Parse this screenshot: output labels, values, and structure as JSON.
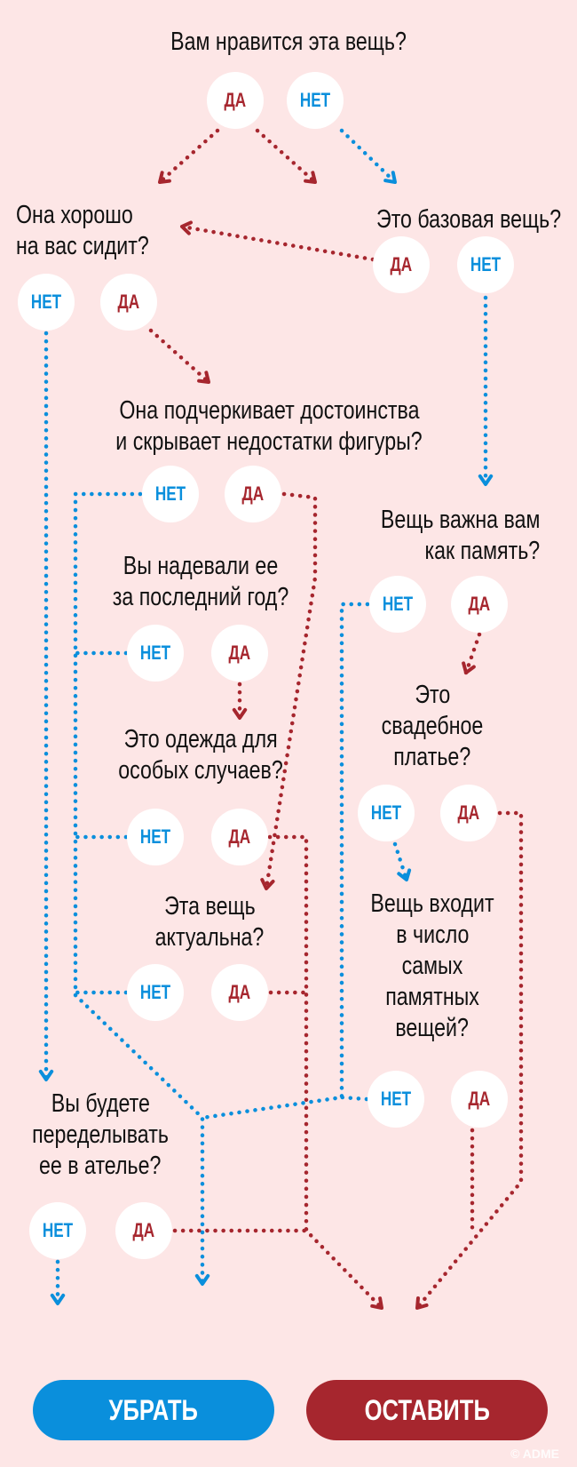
{
  "colors": {
    "background": "#fde6e6",
    "yes": "#a6262e",
    "no": "#0a8fdc"
  },
  "answers": {
    "yes": "ДА",
    "no": "НЕТ"
  },
  "questions": {
    "q1": [
      "Вам нравится эта вещь?"
    ],
    "q2": [
      "Она хорошо",
      "на вас сидит?"
    ],
    "q3": [
      "Это базовая вещь?"
    ],
    "q4": [
      "Она подчеркивает достоинства",
      "и скрывает недостатки фигуры?"
    ],
    "q5": [
      "Вещь важна вам",
      "как память?"
    ],
    "q6": [
      "Вы надевали ее",
      "за последний год?"
    ],
    "q7": [
      "Это одежда для",
      "особых случаев?"
    ],
    "q8": [
      "Это",
      "свадебное",
      "платье?"
    ],
    "q9": [
      "Эта вещь",
      "актуальна?"
    ],
    "q10": [
      "Вещь входит",
      "в число",
      "самых",
      "памятных",
      "вещей?"
    ],
    "q11": [
      "Вы будете",
      "переделывать",
      "ее в ателье?"
    ]
  },
  "outcomes": {
    "discard": "УБРАТЬ",
    "keep": "ОСТАВИТЬ"
  },
  "copyright": "© ADME"
}
